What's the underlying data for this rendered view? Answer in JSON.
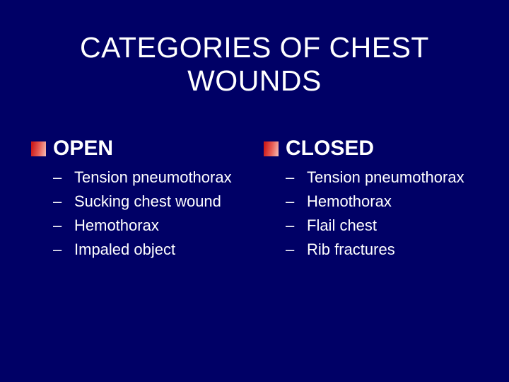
{
  "slide": {
    "title_lines": [
      "CATEGORIES OF CHEST",
      "WOUNDS"
    ],
    "list_dash": "–",
    "columns": [
      {
        "heading": "OPEN",
        "items": [
          "Tension pneumothorax",
          "Sucking chest wound",
          "Hemothorax",
          "Impaled object"
        ]
      },
      {
        "heading": "CLOSED",
        "items": [
          "Tension pneumothorax",
          "Hemothorax",
          "Flail chest",
          "Rib fractures"
        ]
      }
    ],
    "colors": {
      "background": "#000066",
      "text": "#FFFFFF",
      "bullet_gradient_start": "#CC1A1A",
      "bullet_gradient_mid": "#E86058",
      "bullet_gradient_end": "#F6BDB6"
    }
  }
}
